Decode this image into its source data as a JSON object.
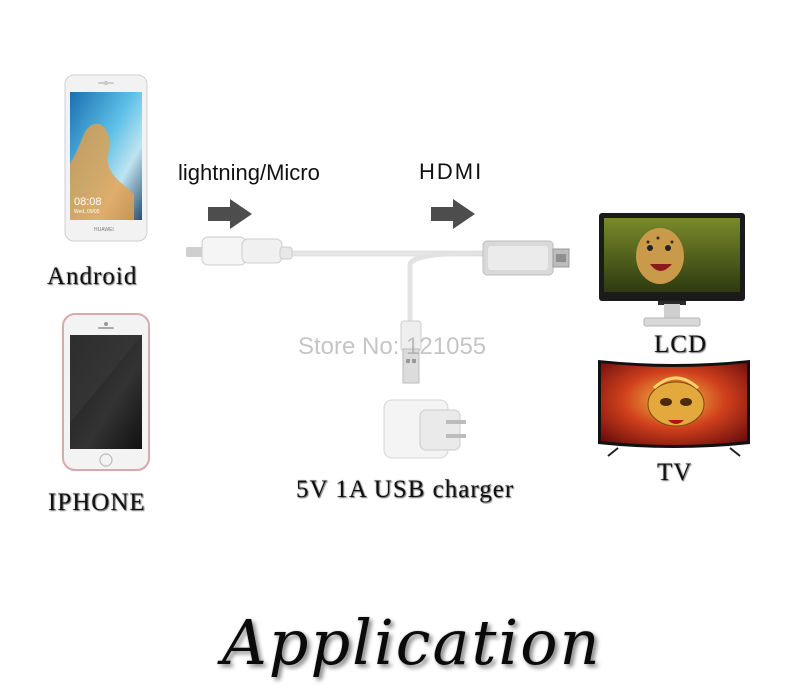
{
  "labels": {
    "android": "Android",
    "iphone": "IPHONE",
    "lightning_micro": "lightning/Micro",
    "hdmi": "HDMI",
    "lcd": "LCD",
    "tv": "TV",
    "charger": "5V 1A USB charger",
    "title": "Application"
  },
  "android_phone": {
    "time": "08:08",
    "date": "Wed, 09/05",
    "brand": "HUAWEI"
  },
  "watermark": "Store No: 121055",
  "colors": {
    "arrow": "#4d4d4d",
    "cable": "#e6e6e6",
    "hdmi_housing": "#d9d9d9"
  }
}
